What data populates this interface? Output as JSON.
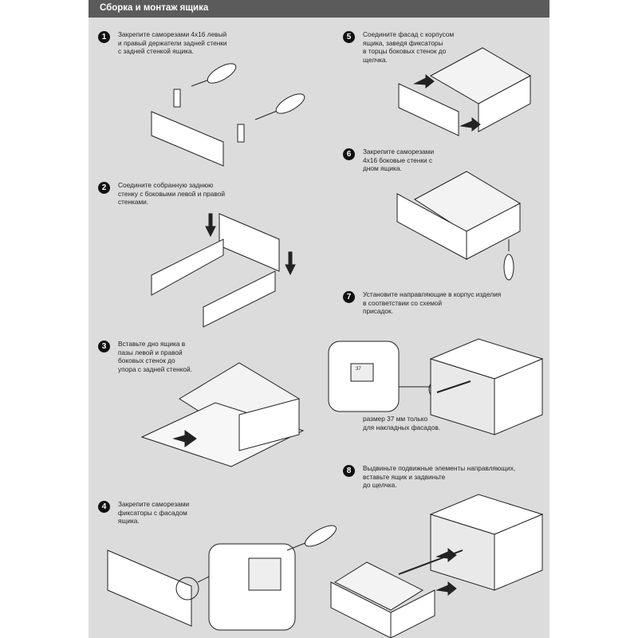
{
  "header": {
    "title": "Сборка и монтаж ящика"
  },
  "steps": [
    {
      "number": "1",
      "text": "Закрепите саморезами 4х16 левый\nи правый держатели задней стенки\nс задней стенкой ящика."
    },
    {
      "number": "2",
      "text": "Соедините собранную заднюю\nстенку с боковыми левой и правой\nстенками."
    },
    {
      "number": "3",
      "text": "Вставьте дно ящика в\nпазы левой и правой\nбоковых стенок до\nупора с задней стенкой."
    },
    {
      "number": "4",
      "text": "Закрепите саморезами\nфиксаторы с фасадом\nящика."
    },
    {
      "number": "5",
      "text": "Соедините фасад с корпусом\nящика, заведя фиксаторы\nв торцы боковых стенок до\nщелчка."
    },
    {
      "number": "6",
      "text": "Закрепите саморезами\n4х16 боковые стенки с\nдном ящика."
    },
    {
      "number": "7",
      "text": "Установите направляющие в корпус изделия\nв соответствии со схемой\nприсадок."
    },
    {
      "number": "8",
      "text": "Выдвиньте подвижные элементы направляющих,\nвставьте ящик и задвиньте\nдо щелчка."
    }
  ],
  "step7_caption": "размер 37 мм только\nдля накладных фасадов.",
  "step7_dimension": "37"
}
